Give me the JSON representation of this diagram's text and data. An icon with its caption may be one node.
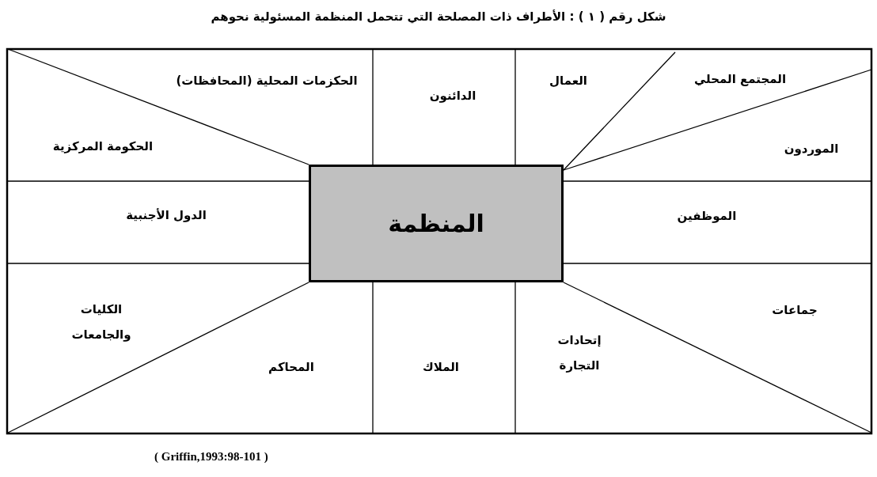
{
  "diagram": {
    "title": "شكل رقم ( ١ ) : الأطراف ذات المصلحة التي تتحمل المنظمة المسئولية نحوهم",
    "nodes": [
      {
        "text": [
          "المنظمة"
        ]
      }
    ],
    "edges": [],
    "labels": [
      "المجتمع المحلي",
      "العمال",
      "الدائنون",
      "الحكزمات المحلية (المحافظات)",
      "الموردون",
      "الحكومة المركزية",
      "الموظفين",
      "الدول الأجنبية",
      "جماعات",
      "الكليات والجامعات",
      "إتحادات التجارة",
      "الملاك",
      "المحاكم"
    ],
    "caption": "( Griffin,1993:98-101 )"
  }
}
